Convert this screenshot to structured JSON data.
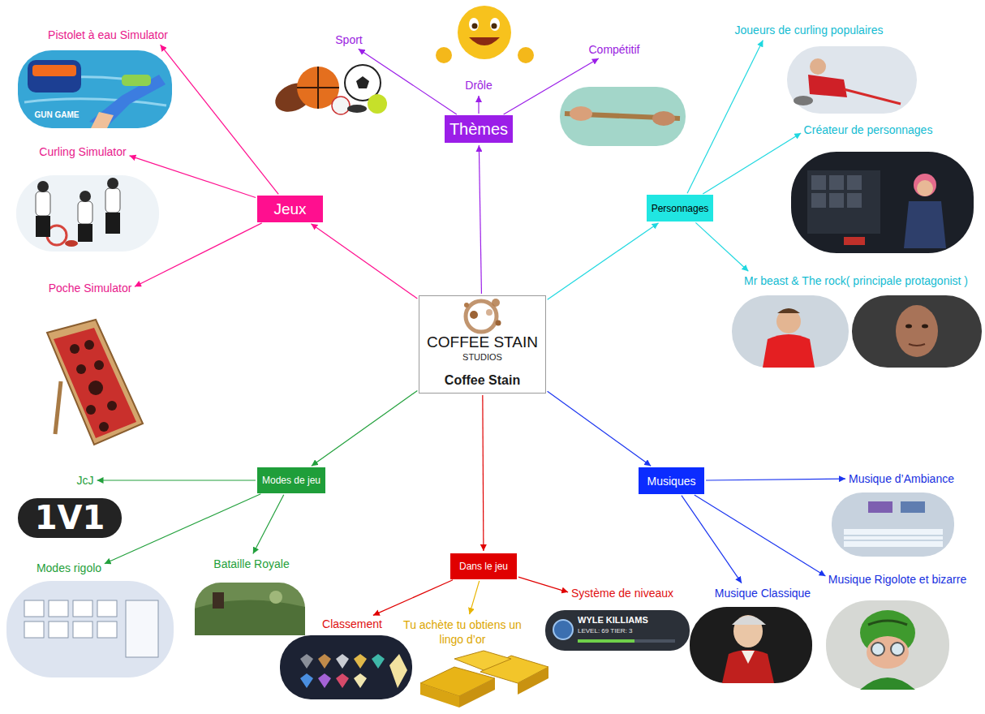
{
  "diagram": {
    "nodes": [
      {
        "text": [
          "COFFEE STAIN",
          "STUDIOS",
          "Coffee Stain"
        ]
      },
      {
        "text": [
          "Thèmes"
        ]
      },
      {
        "text": [
          "Sport"
        ]
      },
      {
        "text": [
          "Drôle"
        ]
      },
      {
        "text": [
          "Compétitif"
        ]
      },
      {
        "text": [
          "Jeux"
        ]
      },
      {
        "text": [
          "Pistolet à eau Simulator"
        ]
      },
      {
        "text": [
          "Curling Simulator"
        ]
      },
      {
        "text": [
          "Poche Simulator"
        ]
      },
      {
        "text": [
          "Personnages"
        ]
      },
      {
        "text": [
          "Joueurs de curling populaires"
        ]
      },
      {
        "text": [
          "Créateur de personnages"
        ]
      },
      {
        "text": [
          "Mr beast & The rock( principale protagonist )"
        ]
      },
      {
        "text": [
          "Modes de jeu"
        ]
      },
      {
        "text": [
          "JcJ"
        ]
      },
      {
        "text": [
          "Modes rigolo"
        ]
      },
      {
        "text": [
          "Bataille Royale"
        ]
      },
      {
        "text": [
          "Dans le jeu"
        ]
      },
      {
        "text": [
          "Classement"
        ]
      },
      {
        "text": [
          "Tu achète tu obtiens un lingo d’or"
        ]
      },
      {
        "text": [
          "Système de niveaux"
        ]
      },
      {
        "text": [
          "Musiques"
        ]
      },
      {
        "text": [
          "Musique d’Ambiance"
        ]
      },
      {
        "text": [
          "Musique Classique"
        ]
      },
      {
        "text": [
          "Musique Rigolote et bizarre"
        ]
      }
    ],
    "edges": [
      {
        "from": 0,
        "to": 1,
        "arrow": "to"
      },
      {
        "from": 0,
        "to": 5,
        "arrow": "to"
      },
      {
        "from": 0,
        "to": 9,
        "arrow": "to"
      },
      {
        "from": 0,
        "to": 13,
        "arrow": "to"
      },
      {
        "from": 0,
        "to": 17,
        "arrow": "to"
      },
      {
        "from": 0,
        "to": 21,
        "arrow": "to"
      },
      {
        "from": 1,
        "to": 2,
        "arrow": "to"
      },
      {
        "from": 1,
        "to": 3,
        "arrow": "to"
      },
      {
        "from": 1,
        "to": 4,
        "arrow": "to"
      },
      {
        "from": 5,
        "to": 6,
        "arrow": "to"
      },
      {
        "from": 5,
        "to": 7,
        "arrow": "to"
      },
      {
        "from": 5,
        "to": 8,
        "arrow": "to"
      },
      {
        "from": 9,
        "to": 10,
        "arrow": "to"
      },
      {
        "from": 9,
        "to": 11,
        "arrow": "to"
      },
      {
        "from": 9,
        "to": 12,
        "arrow": "to"
      },
      {
        "from": 13,
        "to": 14,
        "arrow": "to"
      },
      {
        "from": 13,
        "to": 15,
        "arrow": "to"
      },
      {
        "from": 13,
        "to": 16,
        "arrow": "to"
      },
      {
        "from": 17,
        "to": 18,
        "arrow": "to"
      },
      {
        "from": 17,
        "to": 19,
        "arrow": "to"
      },
      {
        "from": 17,
        "to": 20,
        "arrow": "to"
      },
      {
        "from": 21,
        "to": 22,
        "arrow": "to"
      },
      {
        "from": 21,
        "to": 23,
        "arrow": "to"
      },
      {
        "from": 21,
        "to": 24,
        "arrow": "to"
      }
    ],
    "labels": [
      "1V1",
      "GUN GAME",
      "WYLE KILLIAMS",
      "LEVEL: 69 TIER: 3"
    ]
  }
}
